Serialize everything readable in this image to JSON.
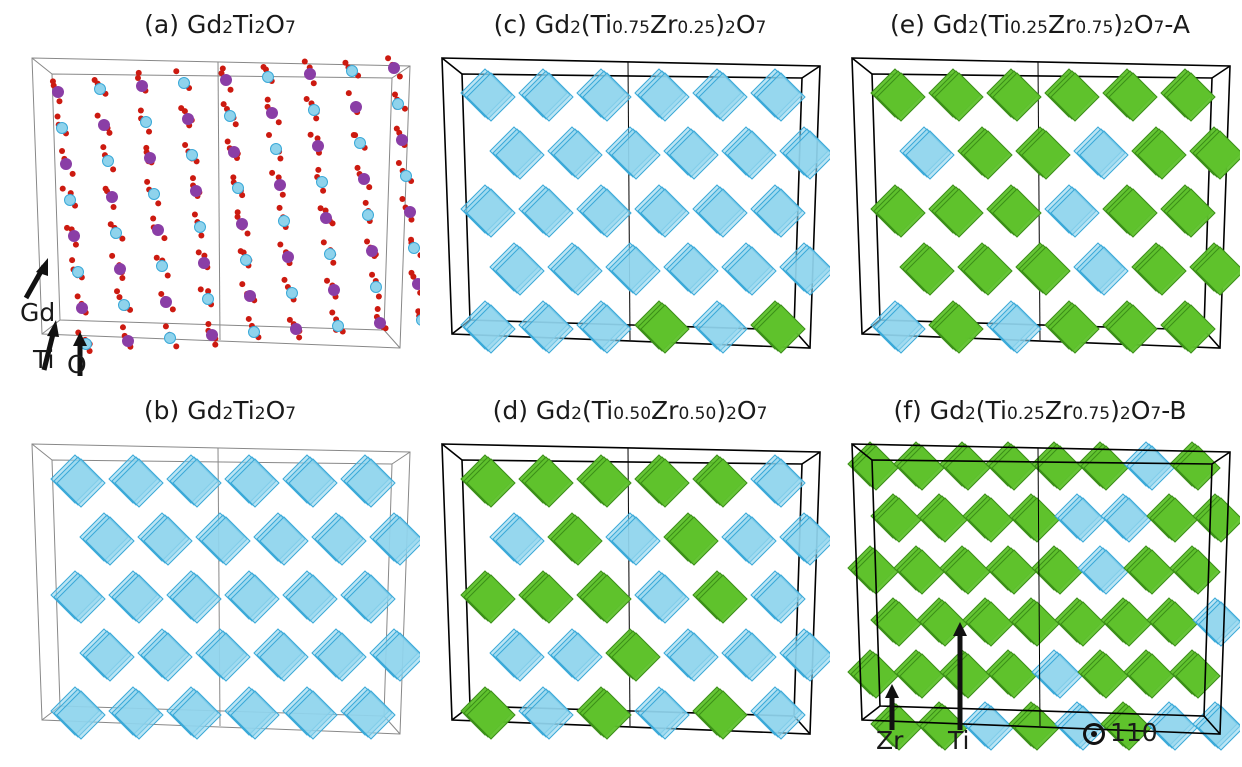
{
  "panels": [
    {
      "id": "a",
      "prefix": "(a) Gd",
      "s1": "2",
      "mid": "Ti",
      "s2": "2",
      "o": "O",
      "s3": "7",
      "rest": "",
      "kind": "atoms",
      "zr_fraction": 0
    },
    {
      "id": "b",
      "prefix": "(b) Gd",
      "s1": "2",
      "mid": "Ti",
      "s2": "2",
      "o": "O",
      "s3": "7",
      "rest": "",
      "kind": "polyhedra",
      "zr_fraction": 0
    },
    {
      "id": "c",
      "prefix": "(c) Gd",
      "s1": "2",
      "mid": "(Ti",
      "s2": "0.75",
      "o": "Zr",
      "s3": "0.25",
      "rest": ")",
      "s4": "2",
      "o2": "O",
      "s5": "7",
      "suffix": "",
      "kind": "polyhedra",
      "zr_fraction": 0.25
    },
    {
      "id": "d",
      "prefix": "(d) Gd",
      "s1": "2",
      "mid": "(Ti",
      "s2": "0.50",
      "o": "Zr",
      "s3": "0.50",
      "rest": ")",
      "s4": "2",
      "o2": "O",
      "s5": "7",
      "suffix": "",
      "kind": "polyhedra",
      "zr_fraction": 0.5
    },
    {
      "id": "e",
      "prefix": "(e) Gd",
      "s1": "2",
      "mid": "(Ti",
      "s2": "0.25",
      "o": "Zr",
      "s3": "0.75",
      "rest": ")",
      "s4": "2",
      "o2": "O",
      "s5": "7",
      "suffix": "-A",
      "kind": "polyhedra",
      "zr_fraction": 0.75
    },
    {
      "id": "f",
      "prefix": "(f) Gd",
      "s1": "2",
      "mid": "(Ti",
      "s2": "0.25",
      "o": "Zr",
      "s3": "0.75",
      "rest": ")",
      "s4": "2",
      "o2": "O",
      "s5": "7",
      "suffix": "-B",
      "kind": "polyhedra",
      "zr_fraction": 0.75
    }
  ],
  "labels": {
    "gd": "Gd",
    "ti": "Ti",
    "o": "O",
    "zr": "Zr",
    "ti2": "Ti",
    "direction": "110"
  },
  "colors": {
    "ti": "#8fd3ec",
    "ti_edge": "#3aa9d8",
    "zr": "#5fc22c",
    "zr_edge": "#3b8f18",
    "gd": "#8a3ea6",
    "o": "#cc1a10",
    "box": "#000000"
  }
}
